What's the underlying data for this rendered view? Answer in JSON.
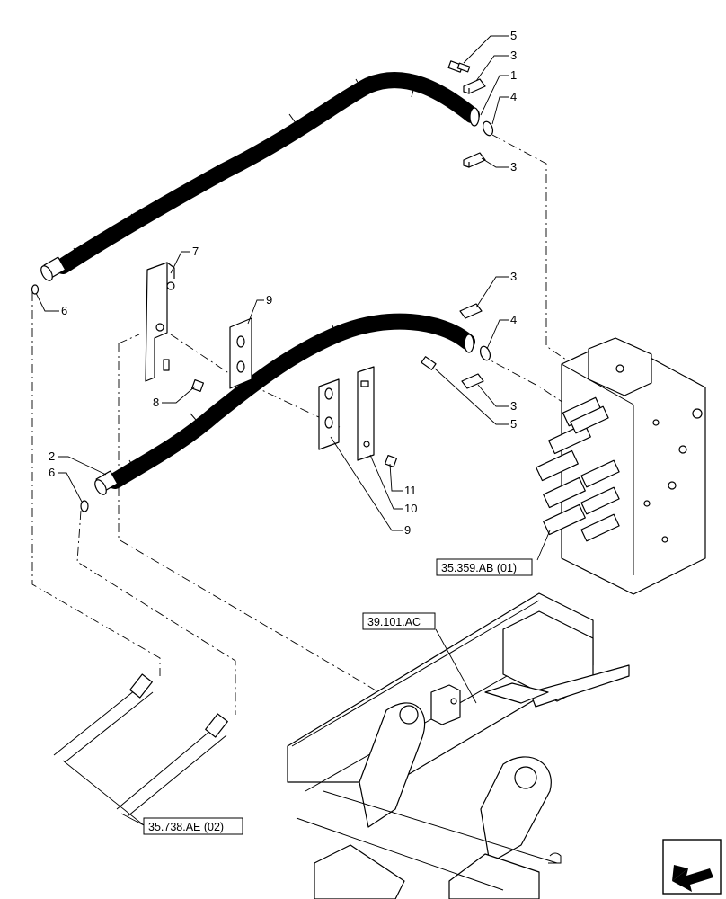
{
  "callouts": {
    "c5a": "5",
    "c3a": "3",
    "c1": "1",
    "c4a": "4",
    "c3b": "3",
    "c6a": "6",
    "c7": "7",
    "c9a": "9",
    "c3c": "3",
    "c4b": "4",
    "c3d": "3",
    "c5b": "5",
    "c8": "8",
    "c2": "2",
    "c6b": "6",
    "c11": "11",
    "c10": "10",
    "c9b": "9"
  },
  "references": {
    "valve": "35.359.AB (01)",
    "frame": "39.101.AC",
    "lines": "35.738.AE (02)"
  },
  "icons": {
    "corner": "navigation-arrow-icon"
  }
}
